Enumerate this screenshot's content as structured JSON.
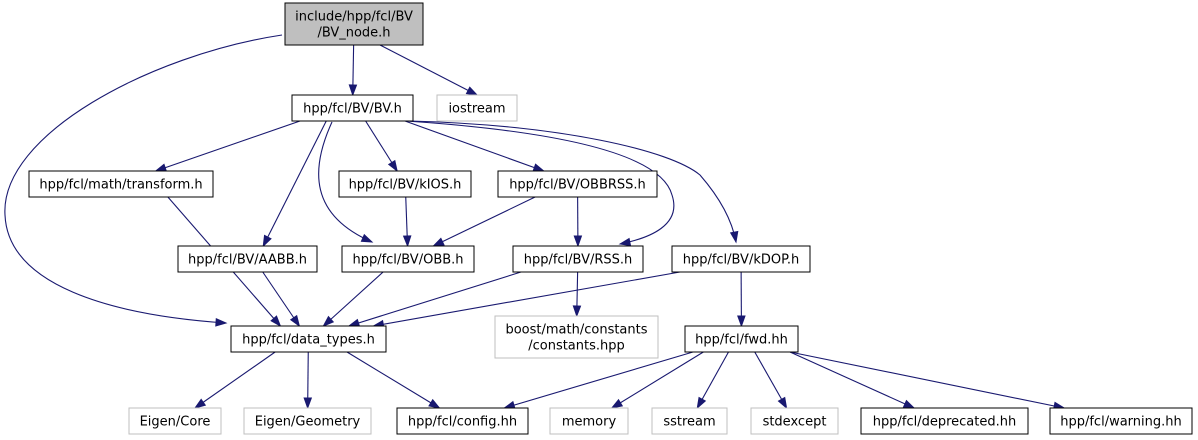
{
  "colors": {
    "root_fill": "#bfbfbf",
    "root_stroke": "#000000",
    "node_fill": "#ffffff",
    "node_stroke": "#000000",
    "external_stroke": "#bfbfbf",
    "edge": "#191970"
  },
  "nodes": {
    "bv_node": {
      "lines": [
        "include/hpp/fcl/BV",
        "/BV_node.h"
      ],
      "kind": "root"
    },
    "bv": {
      "lines": [
        "hpp/fcl/BV/BV.h"
      ],
      "kind": "local"
    },
    "iostream": {
      "lines": [
        "iostream"
      ],
      "kind": "external"
    },
    "transform": {
      "lines": [
        "hpp/fcl/math/transform.h"
      ],
      "kind": "local"
    },
    "kios": {
      "lines": [
        "hpp/fcl/BV/kIOS.h"
      ],
      "kind": "local"
    },
    "obbrss": {
      "lines": [
        "hpp/fcl/BV/OBBRSS.h"
      ],
      "kind": "local"
    },
    "aabb": {
      "lines": [
        "hpp/fcl/BV/AABB.h"
      ],
      "kind": "local"
    },
    "obb": {
      "lines": [
        "hpp/fcl/BV/OBB.h"
      ],
      "kind": "local"
    },
    "rss": {
      "lines": [
        "hpp/fcl/BV/RSS.h"
      ],
      "kind": "local"
    },
    "kdop": {
      "lines": [
        "hpp/fcl/BV/kDOP.h"
      ],
      "kind": "local"
    },
    "data_types": {
      "lines": [
        "hpp/fcl/data_types.h"
      ],
      "kind": "local"
    },
    "boost_constants": {
      "lines": [
        "boost/math/constants",
        "/constants.hpp"
      ],
      "kind": "external"
    },
    "fwd": {
      "lines": [
        "hpp/fcl/fwd.hh"
      ],
      "kind": "local"
    },
    "eigen_core": {
      "lines": [
        "Eigen/Core"
      ],
      "kind": "external"
    },
    "eigen_geometry": {
      "lines": [
        "Eigen/Geometry"
      ],
      "kind": "external"
    },
    "config": {
      "lines": [
        "hpp/fcl/config.hh"
      ],
      "kind": "local"
    },
    "memory": {
      "lines": [
        "memory"
      ],
      "kind": "external"
    },
    "sstream": {
      "lines": [
        "sstream"
      ],
      "kind": "external"
    },
    "stdexcept": {
      "lines": [
        "stdexcept"
      ],
      "kind": "external"
    },
    "deprecated": {
      "lines": [
        "hpp/fcl/deprecated.hh"
      ],
      "kind": "local"
    },
    "warning": {
      "lines": [
        "hpp/fcl/warning.hh"
      ],
      "kind": "local"
    }
  },
  "edges": [
    [
      "bv_node",
      "bv"
    ],
    [
      "bv_node",
      "iostream"
    ],
    [
      "bv_node",
      "data_types"
    ],
    [
      "bv",
      "transform"
    ],
    [
      "bv",
      "kios"
    ],
    [
      "bv",
      "obbrss"
    ],
    [
      "bv",
      "aabb"
    ],
    [
      "bv",
      "obb"
    ],
    [
      "bv",
      "rss"
    ],
    [
      "bv",
      "kdop"
    ],
    [
      "transform",
      "data_types"
    ],
    [
      "kios",
      "obb"
    ],
    [
      "obbrss",
      "obb"
    ],
    [
      "obbrss",
      "rss"
    ],
    [
      "aabb",
      "data_types"
    ],
    [
      "obb",
      "data_types"
    ],
    [
      "rss",
      "data_types"
    ],
    [
      "rss",
      "boost_constants"
    ],
    [
      "kdop",
      "data_types"
    ],
    [
      "kdop",
      "fwd"
    ],
    [
      "data_types",
      "eigen_core"
    ],
    [
      "data_types",
      "eigen_geometry"
    ],
    [
      "data_types",
      "config"
    ],
    [
      "fwd",
      "config"
    ],
    [
      "fwd",
      "memory"
    ],
    [
      "fwd",
      "sstream"
    ],
    [
      "fwd",
      "stdexcept"
    ],
    [
      "fwd",
      "deprecated"
    ],
    [
      "fwd",
      "warning"
    ]
  ]
}
